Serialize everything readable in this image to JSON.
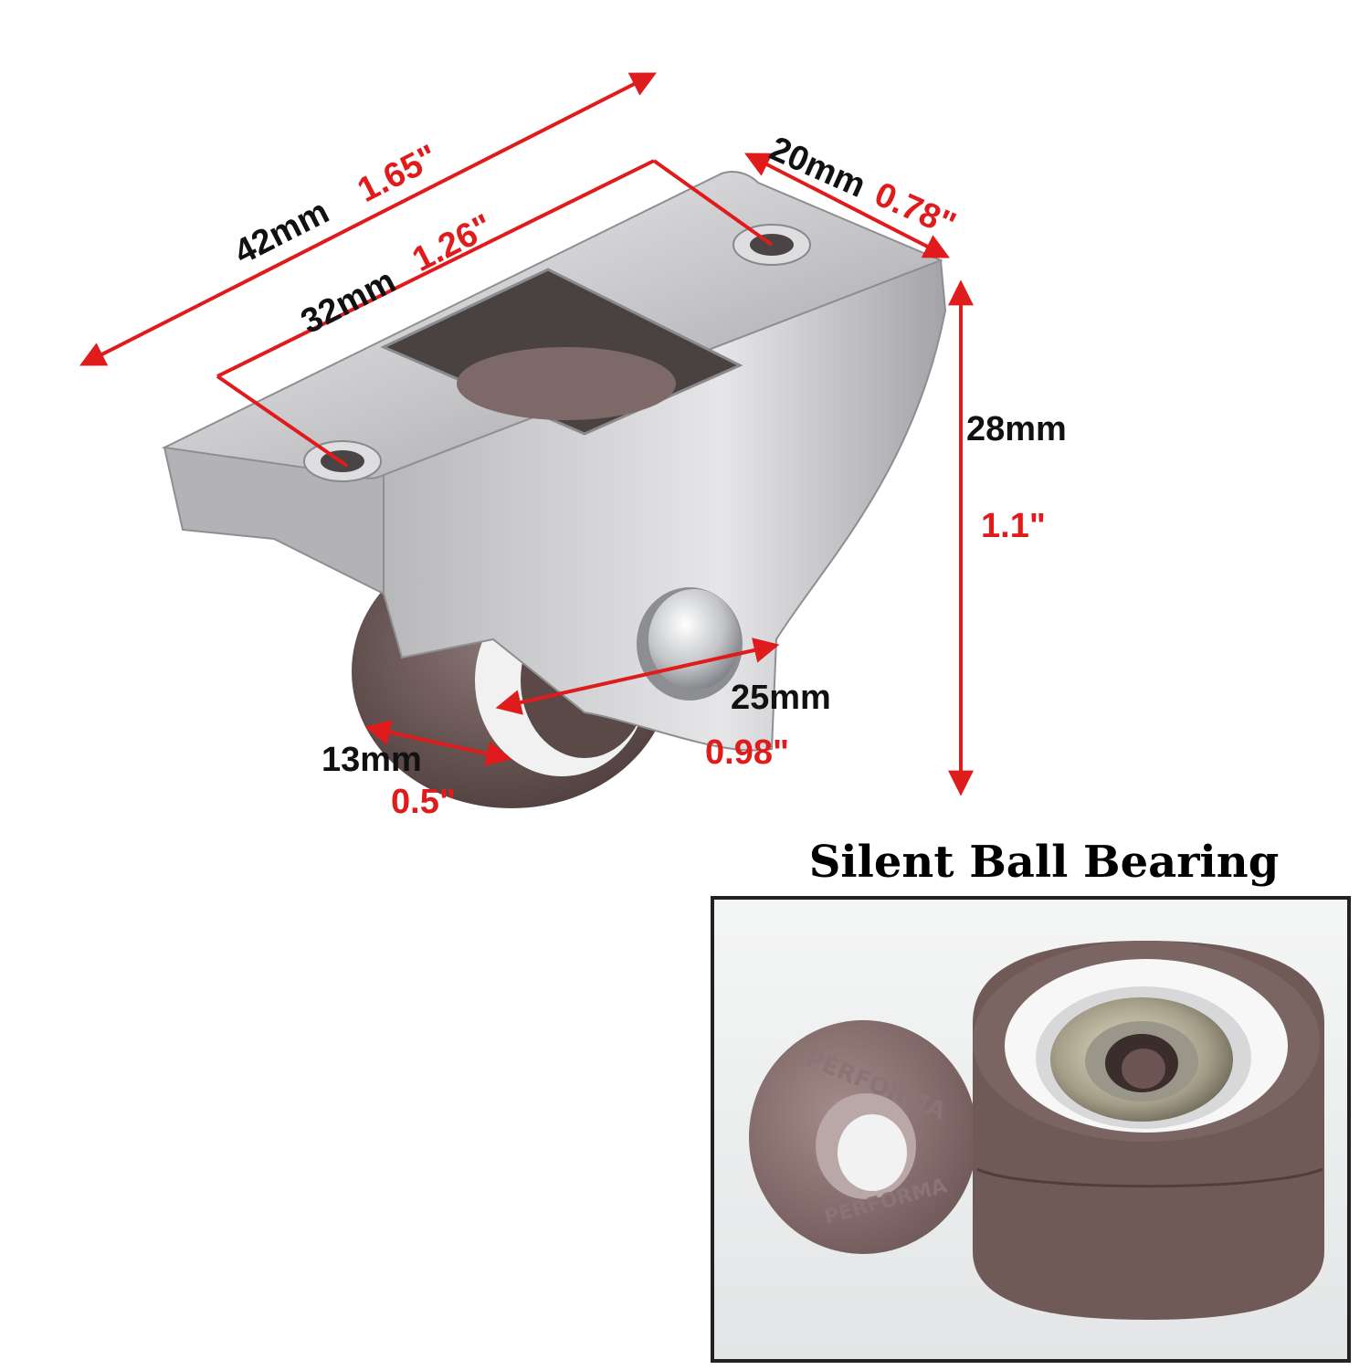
{
  "colors": {
    "dimension_line": "#e01b1b",
    "label_black": "#111111",
    "label_red": "#e01b1b",
    "wheel_brown": "#6f5a58",
    "metal_silver": "#d4d4d6",
    "inset_border": "#222222"
  },
  "dimensions": {
    "overall_length_mm": "42mm",
    "overall_length_in": "1.65\"",
    "hole_spacing_mm": "32mm",
    "hole_spacing_in": "1.26\"",
    "width_mm": "20mm",
    "width_in": "0.78\"",
    "height_mm": "28mm",
    "height_in": "1.1\"",
    "wheel_diameter_mm": "25mm",
    "wheel_diameter_in": "0.98\"",
    "wheel_width_mm": "13mm",
    "wheel_width_in": "0.5\""
  },
  "inset": {
    "title": "Silent Ball Bearing",
    "hub_logo": "PERFORMA"
  }
}
